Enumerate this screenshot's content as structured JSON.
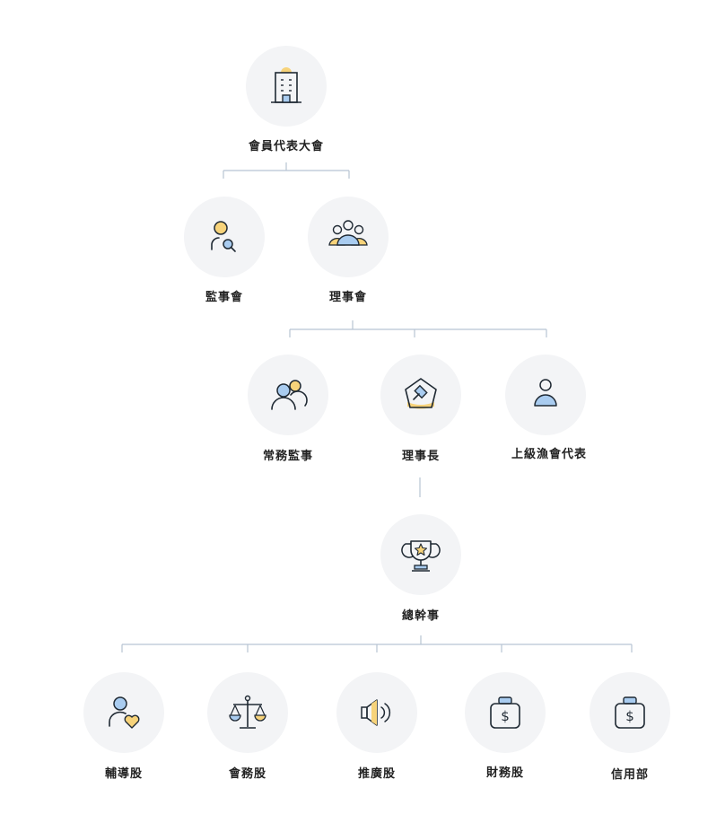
{
  "org": {
    "general_assembly": "會員代表大會",
    "supervisors_board": "監事會",
    "directors_board": "理事會",
    "standing_supervisor": "常務監事",
    "chairman": "理事長",
    "upper_rep": "上級漁會代表",
    "general_manager": "總幹事",
    "dept_guidance": "輔導股",
    "dept_accounting": "會務股",
    "dept_promotion": "推廣股",
    "dept_finance": "財務股",
    "dept_credit": "信用部"
  },
  "colors": {
    "node_bg": "#f3f4f6",
    "line": "#b8c4d3",
    "stroke": "#1f2933",
    "yellow": "#f7d37a",
    "blue": "#a9ccf0"
  },
  "icons": {
    "general_assembly": "building-icon",
    "supervisors_board": "person-search-icon",
    "directors_board": "group-icon",
    "standing_supervisor": "two-people-icon",
    "chairman": "gavel-icon",
    "upper_rep": "person-icon",
    "general_manager": "trophy-icon",
    "dept_guidance": "person-heart-icon",
    "dept_accounting": "scale-icon",
    "dept_promotion": "speaker-icon",
    "dept_finance": "money-bag-icon",
    "dept_credit": "money-bag-icon"
  }
}
